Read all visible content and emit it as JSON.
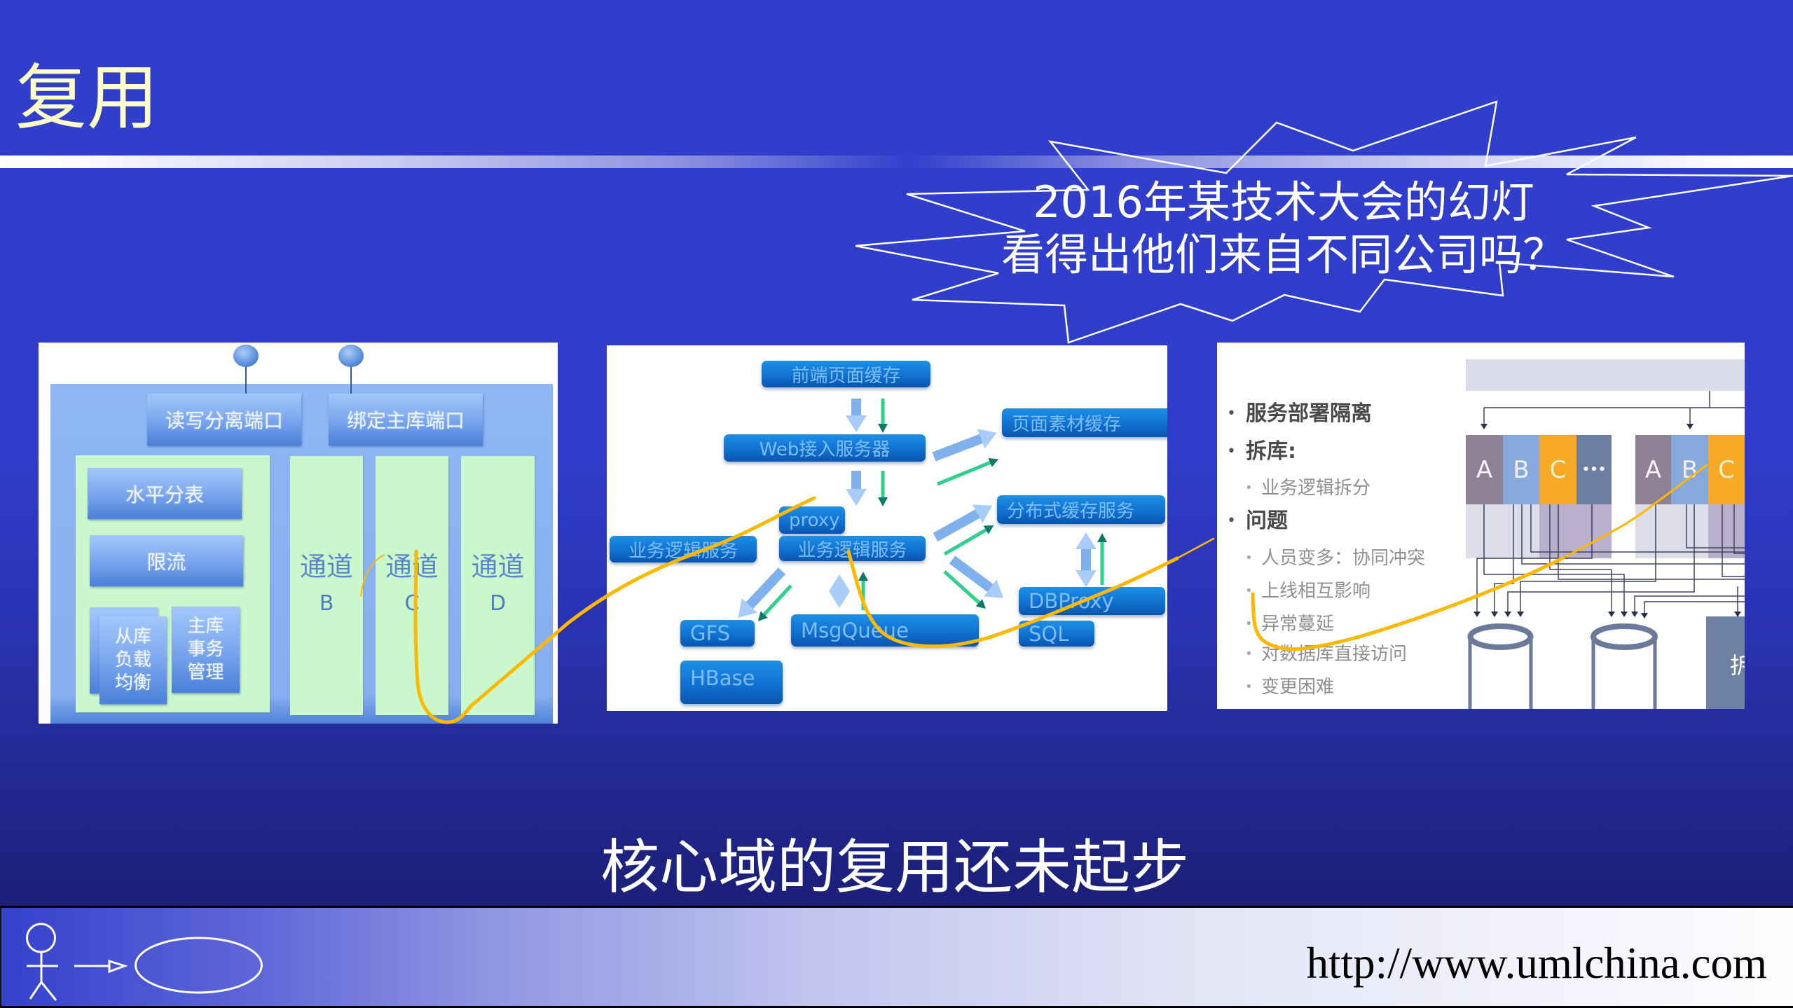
{
  "slide": {
    "title": "复用",
    "callout": {
      "line1": "2016年某技术大会的幻灯",
      "line2": "看得出他们来自不同公司吗？"
    },
    "conclusion": "核心域的复用还未起步"
  },
  "figure1": {
    "ports": [
      "读写分离端口",
      "绑定主库端口"
    ],
    "left_panel": {
      "horizontal_sharding": "水平分表",
      "rate_limit": "限流",
      "replica_load_balance": [
        "从库",
        "负载",
        "均衡"
      ],
      "master_transaction": [
        "主库",
        "事务",
        "管理"
      ]
    },
    "channels": [
      {
        "label": "通道",
        "letter": "B"
      },
      {
        "label": "通道",
        "letter": "C"
      },
      {
        "label": "通道",
        "letter": "D"
      }
    ]
  },
  "figure2": {
    "nodes": {
      "frontend_cache": "前端页面缓存",
      "web_server": "Web接入服务器",
      "asset_cache": "页面素材缓存",
      "proxy": "proxy",
      "biz_logic_left": "业务逻辑服务",
      "biz_logic_center": "业务逻辑服务",
      "dist_cache": "分布式缓存服务",
      "dbproxy": "DBProxy",
      "sql": "SQL",
      "msgqueue": "MsgQueue",
      "gfs": "GFS",
      "hbase": "HBase"
    }
  },
  "figure3": {
    "bullet_glyph": "•",
    "bullets": [
      {
        "level": 1,
        "text": "服务部署隔离"
      },
      {
        "level": 1,
        "text": "拆库:"
      },
      {
        "level": 2,
        "text": "业务逻辑拆分"
      },
      {
        "level": 1,
        "text": "问题"
      },
      {
        "level": 2,
        "text": "人员变多：协同冲突"
      },
      {
        "level": 2,
        "text": "上线相互影响"
      },
      {
        "level": 2,
        "text": "异常蔓延"
      },
      {
        "level": 2,
        "text": "对数据库直接访问"
      },
      {
        "level": 2,
        "text": "变更困难"
      }
    ],
    "columns": {
      "group1": [
        "A",
        "B",
        "C",
        "•••"
      ],
      "group2": [
        "A",
        "B",
        "C"
      ]
    },
    "side_box_label": "拆"
  },
  "footer": {
    "url": "http://www.umlchina.com"
  },
  "colors": {
    "background_top": "#303ecc",
    "background_bottom": "#1b1f78",
    "title": "#ffffcc",
    "callout_text": "#ffffff",
    "annotation_stroke": "#ffb800",
    "col_a": "#8e8196",
    "col_b": "#86aade",
    "col_c": "#f7a928",
    "col_more": "#6c7fa0"
  },
  "icons": {
    "actor": "stick-figure-actor-icon",
    "association": "arrow-right-icon",
    "use_case": "use-case-ellipse-icon",
    "callout": "starburst-callout-shape"
  }
}
